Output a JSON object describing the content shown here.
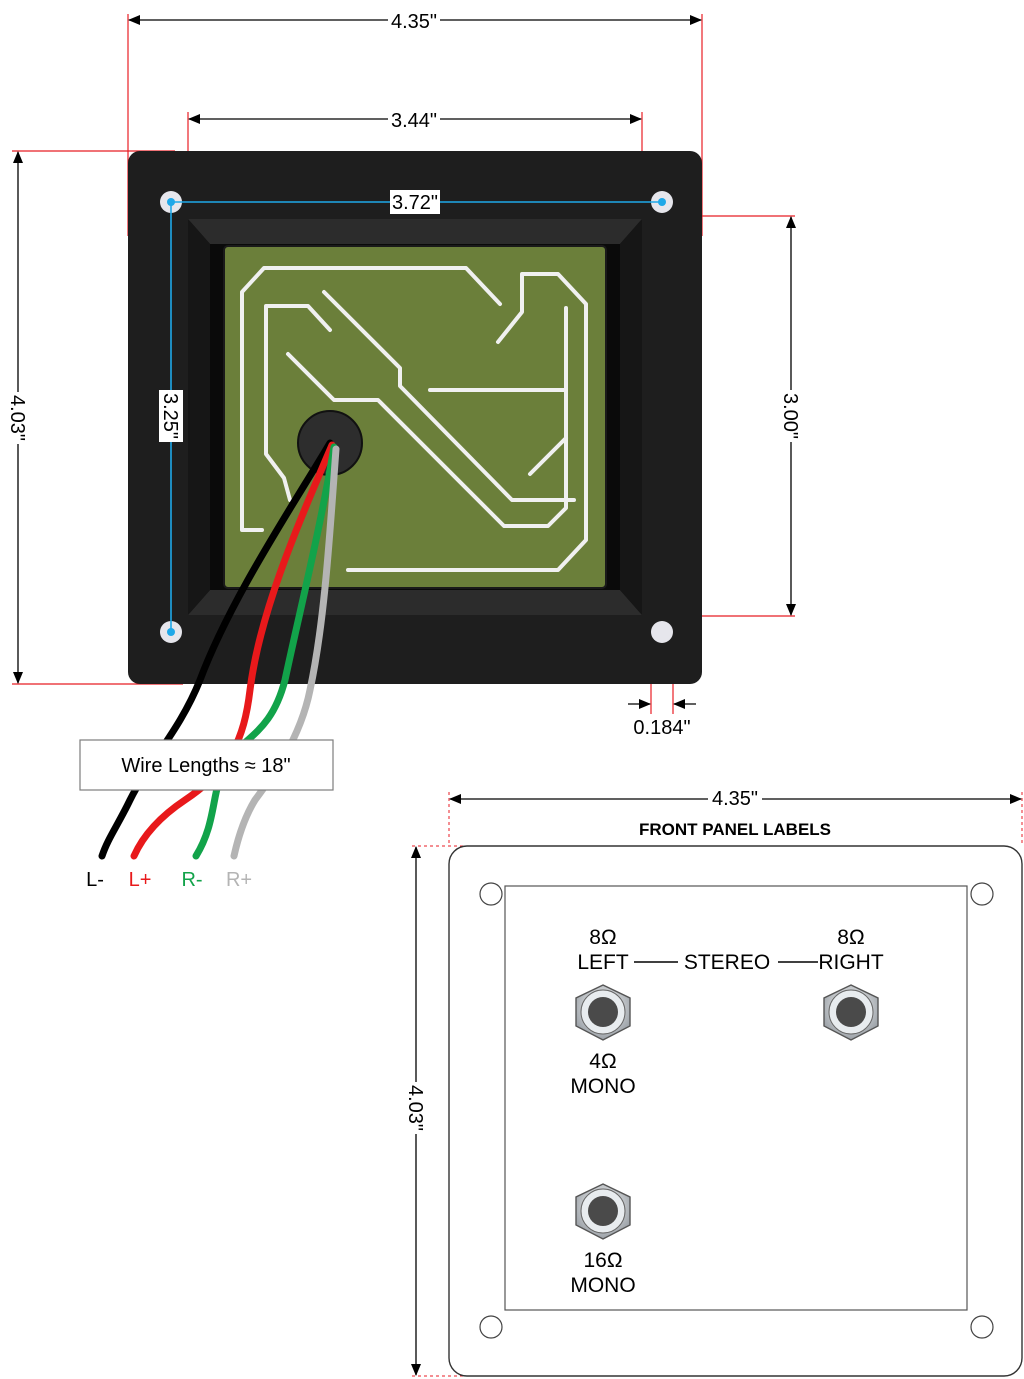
{
  "rear": {
    "width_outer": "4.35\"",
    "width_inner": "3.44\"",
    "hole_spacing_h": "3.72\"",
    "height_outer": "4.03\"",
    "hole_spacing_v": "3.25\"",
    "cutout_height": "3.00\"",
    "hole_diameter": "0.184\"",
    "wire_note": "Wire Lengths ≈ 18\"",
    "wires": [
      {
        "label": "L-",
        "color": "#000000"
      },
      {
        "label": "L+",
        "color": "#e8191b"
      },
      {
        "label": "R-",
        "color": "#12a34a"
      },
      {
        "label": "R+",
        "color": "#b4b4b4"
      }
    ],
    "colors": {
      "plate": "#1e1e1e",
      "pcb": "#6b7f3a",
      "trace": "#f0f0f0",
      "dim_red": "#e81e25",
      "dim_blue": "#1fa8e8"
    }
  },
  "front": {
    "title": "FRONT PANEL LABELS",
    "width": "4.35\"",
    "height": "4.03\"",
    "left_ohms": "8Ω",
    "left_label": "LEFT",
    "stereo_label": "STEREO",
    "right_ohms": "8Ω",
    "right_label": "RIGHT",
    "mono4_ohms": "4Ω",
    "mono4_label": "MONO",
    "mono16_ohms": "16Ω",
    "mono16_label": "MONO"
  }
}
